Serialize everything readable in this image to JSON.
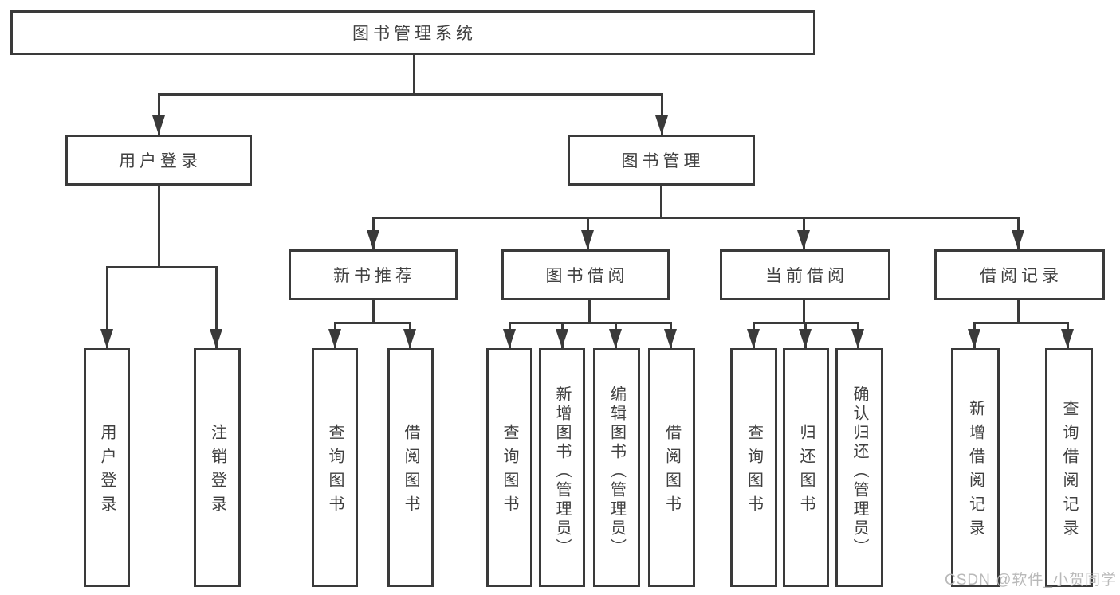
{
  "nodes": {
    "root": {
      "label": "图书管理系统"
    },
    "user_login": {
      "label": "用户登录"
    },
    "book_mgmt": {
      "label": "图书管理"
    },
    "new_books": {
      "label": "新书推荐"
    },
    "book_borrow": {
      "label": "图书借阅"
    },
    "current_borrow": {
      "label": "当前借阅"
    },
    "borrow_records": {
      "label": "借阅记录"
    },
    "leaves": {
      "user_login": {
        "label": "用户登录"
      },
      "logout": {
        "label": "注销登录"
      },
      "rec_query": {
        "label": "查询图书"
      },
      "rec_borrow": {
        "label": "借阅图书"
      },
      "bor_query": {
        "label": "查询图书"
      },
      "bor_add": {
        "label": "新增图书（管理员）"
      },
      "bor_edit": {
        "label": "编辑图书（管理员）"
      },
      "bor_borrow": {
        "label": "借阅图书"
      },
      "cur_query": {
        "label": "查询图书"
      },
      "cur_return": {
        "label": "归还图书"
      },
      "cur_confirm": {
        "label": "确认归还（管理员）"
      },
      "recd_add": {
        "label": "新增借阅记录"
      },
      "recd_query": {
        "label": "查询借阅记录"
      }
    }
  },
  "watermark": "CSDN @软件_小贺同学",
  "colors": {
    "line": "#3a3a3a",
    "text": "#404040",
    "watermark": "#b9b9b9",
    "box_bg": "#ffffff"
  }
}
